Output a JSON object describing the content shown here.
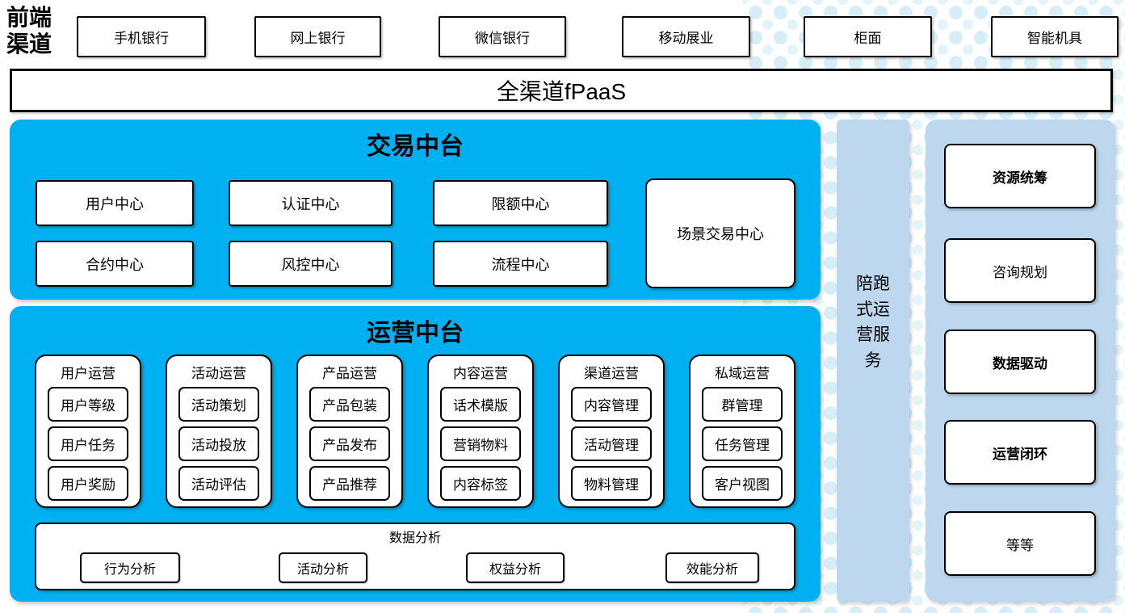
{
  "colors": {
    "bright_blue": "#00B0F0",
    "light_blue": "#BDD7EE",
    "dot_blue": "#D7EEF9",
    "border": "#000000",
    "box_fill": "#FFFFFF"
  },
  "front_channels": {
    "label": "前端渠道",
    "items": [
      "手机银行",
      "网上银行",
      "微信银行",
      "移动展业",
      "柜面",
      "智能机具"
    ]
  },
  "fpaas_bar": {
    "label": "全渠道fPaaS"
  },
  "transaction_platform": {
    "title": "交易中台",
    "row1": [
      "用户中心",
      "认证中心",
      "限额中心"
    ],
    "row2": [
      "合约中心",
      "风控中心",
      "流程中心"
    ],
    "tall_box": "场景交易中心"
  },
  "operation_platform": {
    "title": "运营中台",
    "groups": [
      {
        "title": "用户运营",
        "items": [
          "用户等级",
          "用户任务",
          "用户奖励"
        ]
      },
      {
        "title": "活动运营",
        "items": [
          "活动策划",
          "活动投放",
          "活动评估"
        ]
      },
      {
        "title": "产品运营",
        "items": [
          "产品包装",
          "产品发布",
          "产品推荐"
        ]
      },
      {
        "title": "内容运营",
        "items": [
          "话术模版",
          "营销物料",
          "内容标签"
        ]
      },
      {
        "title": "渠道运营",
        "items": [
          "内容管理",
          "活动管理",
          "物料管理"
        ]
      },
      {
        "title": "私域运营",
        "items": [
          "群管理",
          "任务管理",
          "客户视图"
        ]
      }
    ],
    "data_analysis": {
      "title": "数据分析",
      "items": [
        "行为分析",
        "活动分析",
        "权益分析",
        "效能分析"
      ]
    }
  },
  "side_service": {
    "label": "陪跑式运营服务"
  },
  "right_panel": {
    "items": [
      "资源统筹",
      "咨询规划",
      "数据驱动",
      "运营闭环",
      "等等"
    ]
  }
}
